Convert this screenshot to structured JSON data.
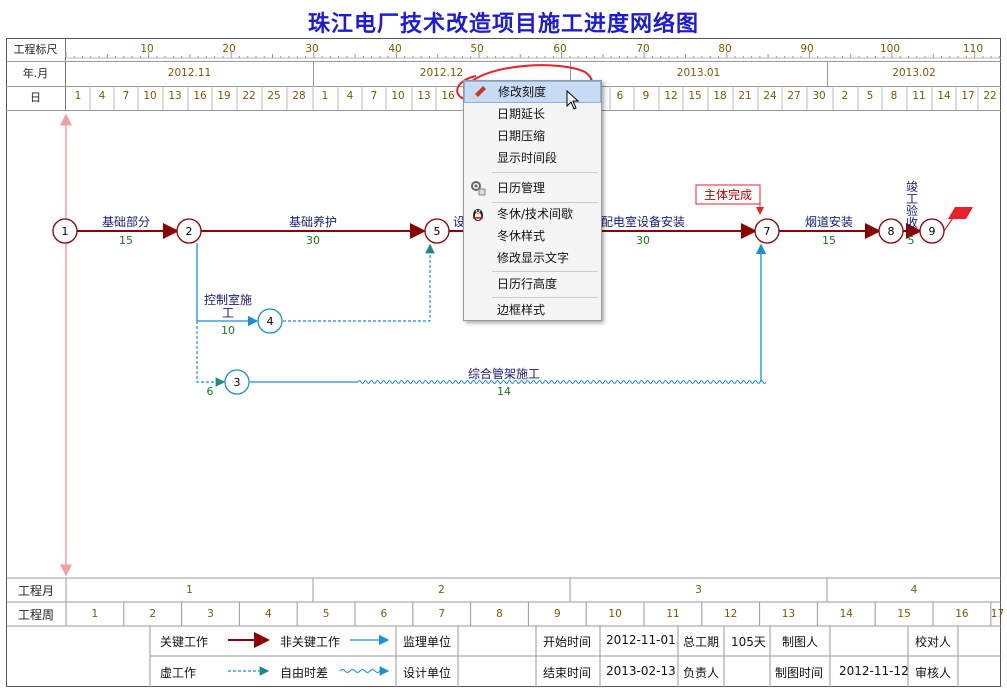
{
  "title": "珠江电厂技术改造项目施工进度网络图",
  "header": {
    "scale_label": "工程标尺",
    "scale_ticks": [
      "10",
      "20",
      "30",
      "40",
      "50",
      "60",
      "70",
      "80",
      "90",
      "100",
      "110"
    ],
    "month_label": "年.月",
    "months": [
      "2012.11",
      "2012.12",
      "2013.01",
      "2013.02"
    ],
    "day_label": "日",
    "days_nov": [
      "1",
      "4",
      "7",
      "10",
      "13",
      "16",
      "19",
      "22",
      "25",
      "28"
    ],
    "days_dec": [
      "1",
      "4",
      "7",
      "10",
      "13",
      "16"
    ],
    "days_jan": [
      "6",
      "9",
      "12",
      "15",
      "18",
      "21",
      "24",
      "27",
      "30"
    ],
    "days_feb": [
      "2",
      "5",
      "8",
      "11",
      "14",
      "17",
      "22"
    ]
  },
  "network": {
    "nodes": [
      "1",
      "2",
      "3",
      "4",
      "5",
      "7",
      "8",
      "9"
    ],
    "activities": {
      "a12": {
        "name": "基础部分",
        "duration": "15"
      },
      "a25": {
        "name": "基础养护",
        "duration": "30"
      },
      "a5x": {
        "name": "设"
      },
      "a57": {
        "name": "配电室设备安装",
        "duration": "30"
      },
      "a78": {
        "name": "烟道安装",
        "duration": "15"
      },
      "a89": {
        "name": "竣工验收",
        "duration": "5"
      },
      "a24": {
        "name_line1": "控制室施",
        "name_line2": "工",
        "duration": "10"
      },
      "a23": {
        "duration": "6"
      },
      "a37": {
        "name": "综合管架施工",
        "duration": "14"
      }
    },
    "milestone": "主体完成"
  },
  "context_menu": {
    "items": [
      {
        "label": "修改刻度",
        "icon": "edit-pencil-icon",
        "highlighted": true
      },
      {
        "label": "日期延长"
      },
      {
        "label": "日期压缩"
      },
      {
        "label": "显示时间段"
      },
      {
        "label": "日历管理",
        "icon": "calendar-gear-icon"
      },
      {
        "label": "冬休/技术间歇",
        "icon": "penguin-icon"
      },
      {
        "label": "冬休样式"
      },
      {
        "label": "修改显示文字"
      },
      {
        "label": "日历行高度"
      },
      {
        "label": "边框样式"
      }
    ]
  },
  "footer": {
    "month_row_label": "工程月",
    "months": [
      "1",
      "2",
      "3",
      "4"
    ],
    "week_row_label": "工程周",
    "weeks": [
      "1",
      "2",
      "3",
      "4",
      "5",
      "6",
      "7",
      "8",
      "9",
      "10",
      "11",
      "12",
      "13",
      "14",
      "15",
      "16",
      "17"
    ]
  },
  "legend": {
    "critical": "关键工作",
    "noncritical": "非关键工作",
    "dummy": "虚工作",
    "float": "自由时差",
    "supervisor_label": "监理单位",
    "designer_label": "设计单位",
    "start_label": "开始时间",
    "start_value": "2012-11-01",
    "end_label": "结束时间",
    "end_value": "2013-02-13",
    "duration_label": "总工期",
    "duration_value": "105天",
    "owner_label": "负责人",
    "drawer_label": "制图人",
    "draw_time_label": "制图时间",
    "draw_time_value": "2012-11-12",
    "checker_label": "校对人",
    "reviewer_label": "审核人"
  },
  "colors": {
    "title": "#1c1cd4",
    "critical": "#8b0000",
    "noncritical": "#1a8fd8",
    "dummy": "#1a8fd8",
    "teal": "#178a8a",
    "axis_pink": "#f0a0a0",
    "annotation_red": "#e8202a",
    "scale_text": "#7a5a00"
  }
}
